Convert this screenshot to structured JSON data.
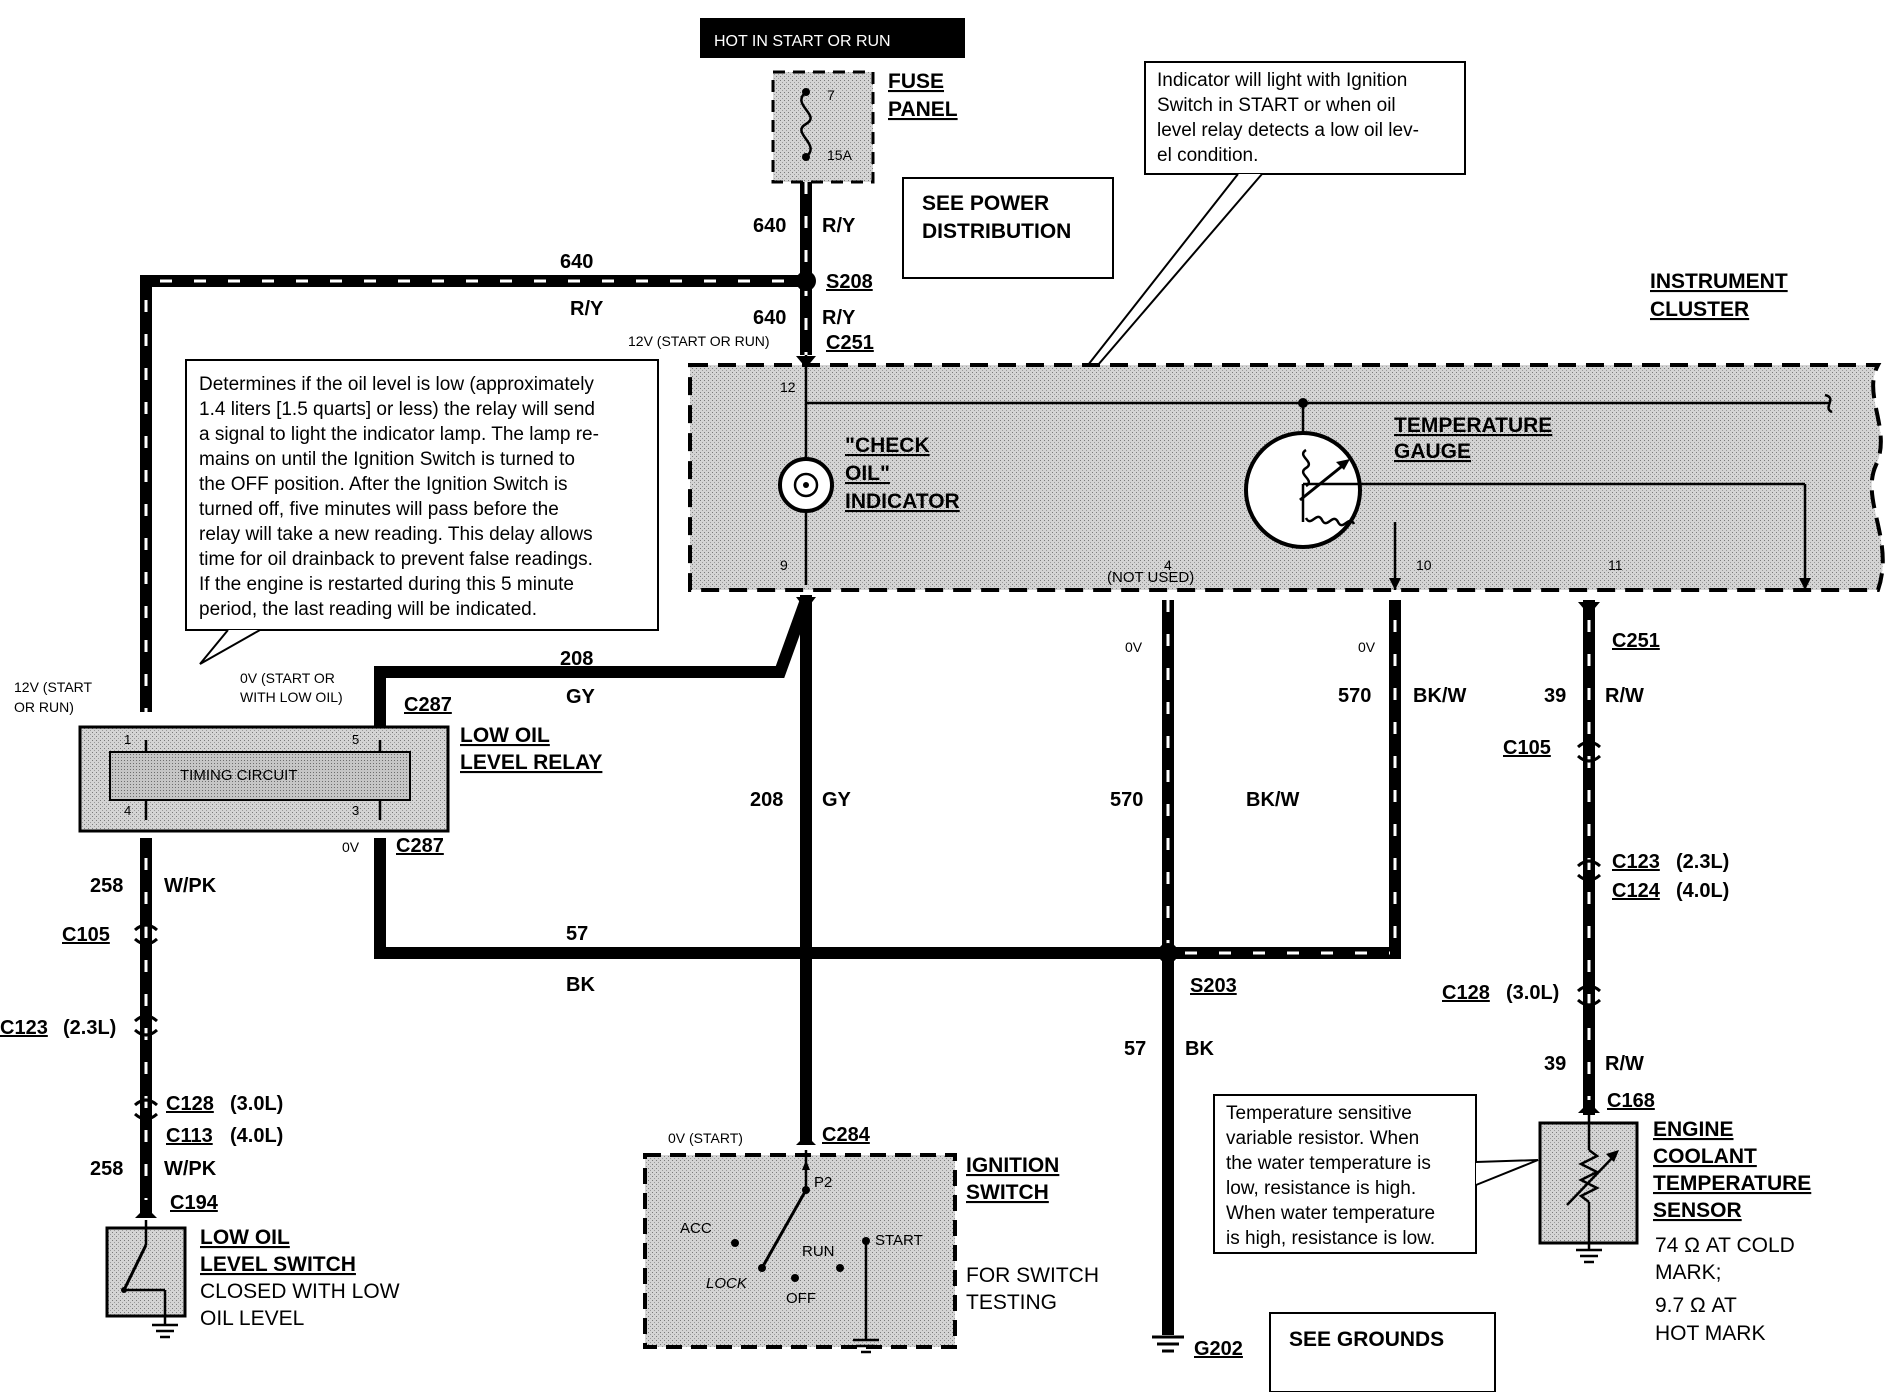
{
  "banner": "HOT IN START OR RUN",
  "fuse_panel": {
    "label_1": "FUSE",
    "label_2": "PANEL",
    "fuse_number": "7",
    "fuse_rating": "15A"
  },
  "see_power": {
    "line_1": "SEE POWER",
    "line_2": "DISTRIBUTION"
  },
  "see_grounds": "SEE GROUNDS",
  "instrument_cluster": {
    "line_1": "INSTRUMENT",
    "line_2": "CLUSTER"
  },
  "indicator_note": [
    "Indicator will light with Ignition",
    "Switch in START or when oil",
    "level relay detects a low oil lev-",
    "el condition."
  ],
  "relay_note": [
    "Determines if the oil level is low (approximately",
    "1.4 liters [1.5 quarts] or less) the relay will send",
    "a signal to light the indicator lamp. The lamp re-",
    "mains on until the Ignition Switch is turned to",
    "the OFF position.  After the Ignition Switch is",
    "turned off, five  minutes will pass before the",
    "relay will take a new reading. This delay allows",
    "time for oil drainback to prevent false readings.",
    "If the engine is restarted during this 5 minute",
    "period, the last reading will be indicated."
  ],
  "sensor_note": [
    "Temperature   sensitive",
    "variable resistor. When",
    "the water temperature is",
    "low, resistance is high.",
    "When water temperature",
    "is high, resistance is low."
  ],
  "wires": {
    "w640": "640",
    "ry": "R/Y",
    "w208": "208",
    "gy": "GY",
    "w258": "258",
    "wpk": "W/PK",
    "w57": "57",
    "bk": "BK",
    "w570": "570",
    "bkw": "BK/W",
    "w39": "39",
    "rw": "R/W"
  },
  "connectors": {
    "s208": "S208",
    "c251": "C251",
    "c287": "C287",
    "c105": "C105",
    "c123_23": "C123",
    "c123_24": "C123",
    "c124": "C124",
    "c128": "C128",
    "c113": "C113",
    "c194": "C194",
    "c284": "C284",
    "s203": "S203",
    "c168": "C168",
    "g202": "G202"
  },
  "suffixes": {
    "l23": "(2.3L)",
    "l30": "(3.0L)",
    "l40": "(4.0L)"
  },
  "voltages": {
    "v12_start_run": "12V (START OR RUN)",
    "v12_start": "12V (START",
    "or_run": "OR RUN)",
    "v0_start_or": "0V (START OR",
    "with_low_oil": "WITH LOW OIL)",
    "v0": "0V",
    "v0_start": "0V (START)",
    "not_used": "(NOT USED)"
  },
  "pins": {
    "p12": "12",
    "p9": "9",
    "p4": "4",
    "p10": "10",
    "p11": "11",
    "r1": "1",
    "r5": "5",
    "r4": "4",
    "r3": "3"
  },
  "check_oil": {
    "line_1": "\"CHECK",
    "line_2": "OIL\"",
    "line_3": "INDICATOR"
  },
  "temp_gauge": {
    "line_1": "TEMPERATURE",
    "line_2": "GAUGE"
  },
  "relay": {
    "line_1": "LOW OIL",
    "line_2": "LEVEL RELAY",
    "timing": "TIMING CIRCUIT"
  },
  "low_oil_switch": {
    "line_1": "LOW OIL",
    "line_2": "LEVEL SWITCH",
    "line_3": "CLOSED WITH LOW",
    "line_4": "OIL LEVEL"
  },
  "ignition": {
    "line_1": "IGNITION",
    "line_2": "SWITCH",
    "p2": "P2",
    "acc": "ACC",
    "lock": "LOCK",
    "off": "OFF",
    "run": "RUN",
    "start": "START",
    "note_1": "FOR SWITCH",
    "note_2": "TESTING"
  },
  "ect_sensor": {
    "line_1": "ENGINE",
    "line_2": "COOLANT",
    "line_3": "TEMPERATURE",
    "line_4": "SENSOR",
    "spec_1": "74 Ω AT COLD",
    "spec_2": "MARK;",
    "spec_3": "9.7 Ω AT",
    "spec_4": "HOT MARK"
  }
}
